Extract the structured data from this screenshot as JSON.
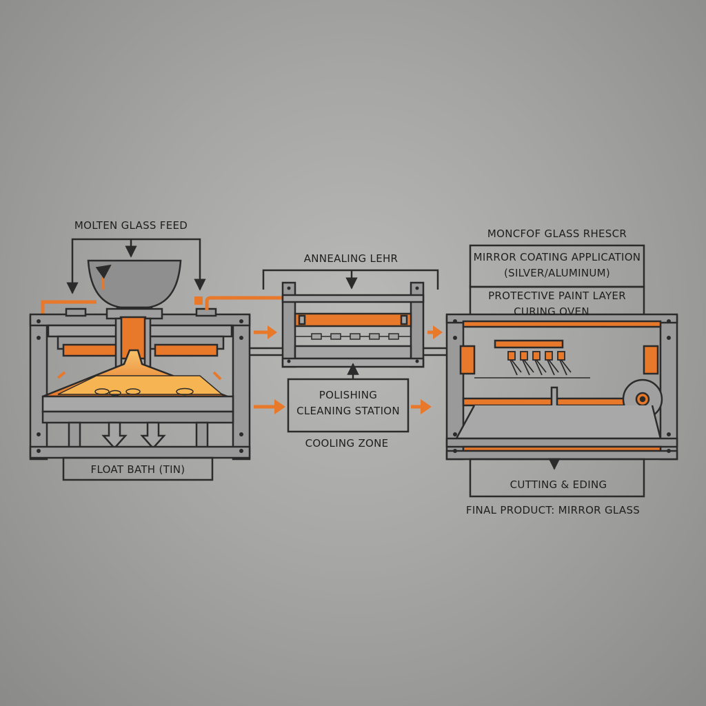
{
  "labels": {
    "molten_glass_feed": "MOLTEN GLASS FEED",
    "float_bath": "FLOAT BATH (TIN)",
    "annealing_lehr": "ANNEALING LEHR",
    "polishing_line1": "POLISHING",
    "polishing_line2": "CLEANING STATION",
    "cooling_zone": "COOLING ZONE",
    "garbled_heading": "MONCFOF GLASS RHESCR",
    "mirror_coating_line1": "MIRROR COATING APPLICATION",
    "mirror_coating_line2": "(SILVER/ALUMINUM)",
    "protective_line1": "PROTECTIVE PAINT LAYER",
    "protective_line2": "CURING OVEN",
    "cutting": "CUTTING & EDING",
    "final_product": "FINAL PRODUCT: MIRROR GLASS"
  },
  "colors": {
    "orange": "#e8782a",
    "line": "#2b2b2b",
    "steel": "#8c8c8c",
    "molten": "#f4a64a"
  }
}
